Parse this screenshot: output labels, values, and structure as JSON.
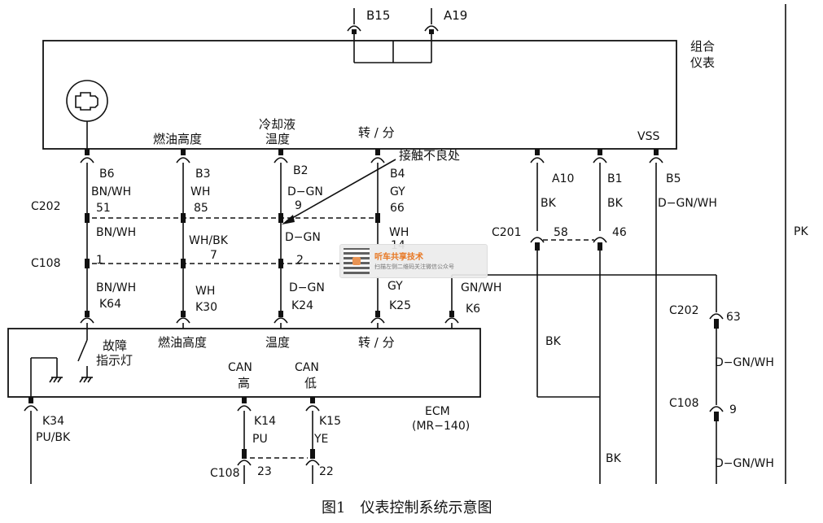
{
  "modules": {
    "cluster": "组合\n仪表",
    "ecm_name": "ECM",
    "ecm_model": "(MR−140)"
  },
  "top_pins": [
    "B15",
    "A19"
  ],
  "cluster_labels": {
    "fuel": "燃油高度",
    "coolant_1": "冷却液",
    "coolant_2": "温度",
    "rpm": "转 / 分",
    "vss": "VSS"
  },
  "pin_labels": {
    "b6": "B6",
    "b6_wire": "BN/WH",
    "b6_num": "51",
    "b3": "B3",
    "b3_wire": "WH",
    "b3_num": "85",
    "b2": "B2",
    "b2_wire": "D−GN",
    "b2_num": "9",
    "b4": "B4",
    "b4_wire": "GY",
    "b4_num": "66",
    "a10": "A10",
    "a10_wire": "BK",
    "b1": "B1",
    "b1_wire": "BK",
    "b5": "B5",
    "b5_wire": "D−GN/WH"
  },
  "annotation": "接触不良处",
  "connectors": {
    "c202": "C202",
    "c108": "C108",
    "c201": "C201",
    "c202_right": "C202",
    "c108_right": "C108",
    "c108_bottom": "C108"
  },
  "c202_wires": {
    "w1": "BN/WH",
    "w2": "WH/BK",
    "w3": "D−GN",
    "w4": "WH",
    "w4_num": "14"
  },
  "c201_pins": {
    "p1": "58",
    "p2": "46"
  },
  "c108_pins": {
    "p1": "1",
    "p2": "7",
    "p3": "2"
  },
  "lower_wires": {
    "k64_wire": "BN/WH",
    "k64": "K64",
    "k30_wire": "WH",
    "k30": "K30",
    "k24_wire": "D−GN",
    "k24": "K24",
    "k25_wire": "GY",
    "k25": "K25",
    "k6_wire": "GN/WH",
    "k6": "K6"
  },
  "right_side": {
    "bk_mid": "BK",
    "bk_bottom": "BK",
    "pk": "PK",
    "c202_pin": "63",
    "wire1": "D−GN/WH",
    "c108_pin": "9",
    "wire2": "D−GN/WH"
  },
  "ecm_labels": {
    "fault_1": "故障",
    "fault_2": "指示灯",
    "fuel": "燃油高度",
    "temp": "温度",
    "rpm": "转 / 分",
    "can_hi_1": "CAN",
    "can_hi_2": "高",
    "can_lo_1": "CAN",
    "can_lo_2": "低"
  },
  "bottom_pins": {
    "k34": "K34",
    "k34_wire": "PU/BK",
    "k14": "K14",
    "k14_wire": "PU",
    "k15": "K15",
    "k15_wire": "YE",
    "c108_pin23": "23",
    "c108_pin22": "22"
  },
  "watermark": {
    "title": "听车共享技术",
    "subtitle": "扫描左侧二维码关注微信公众号"
  },
  "caption": "图1　仪表控制系统示意图"
}
